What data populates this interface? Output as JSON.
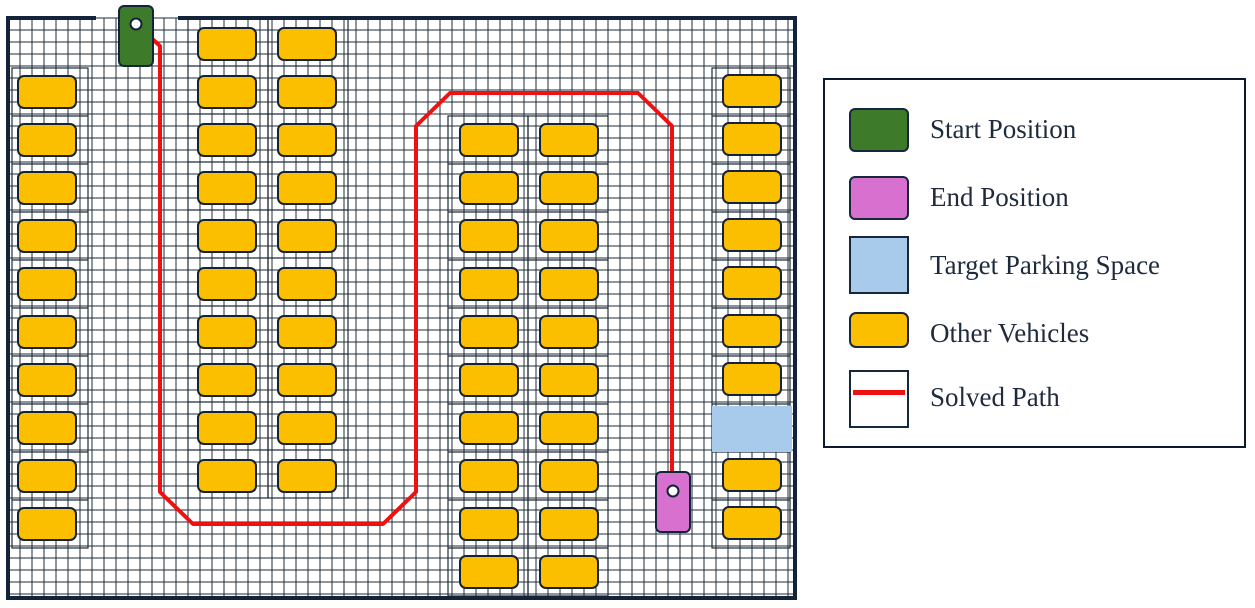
{
  "legend": {
    "items": [
      {
        "label": "Start Position",
        "color": "#3d7a2a",
        "kind": "start"
      },
      {
        "label": "End Position",
        "color": "#d770cf",
        "kind": "end"
      },
      {
        "label": "Target Parking Space",
        "color": "#a9cbeb",
        "kind": "target"
      },
      {
        "label": "Other Vehicles",
        "color": "#fcbf00",
        "kind": "vehicle"
      },
      {
        "label": "Solved Path",
        "color": "#ee1111",
        "kind": "path"
      }
    ]
  },
  "colors": {
    "grid": "#1e2c3a",
    "border": "#13233a",
    "vehicle": "#fcbf00",
    "start": "#3d7a2a",
    "end": "#d770cf",
    "target": "#a9cbeb",
    "path": "#ee1111"
  }
}
